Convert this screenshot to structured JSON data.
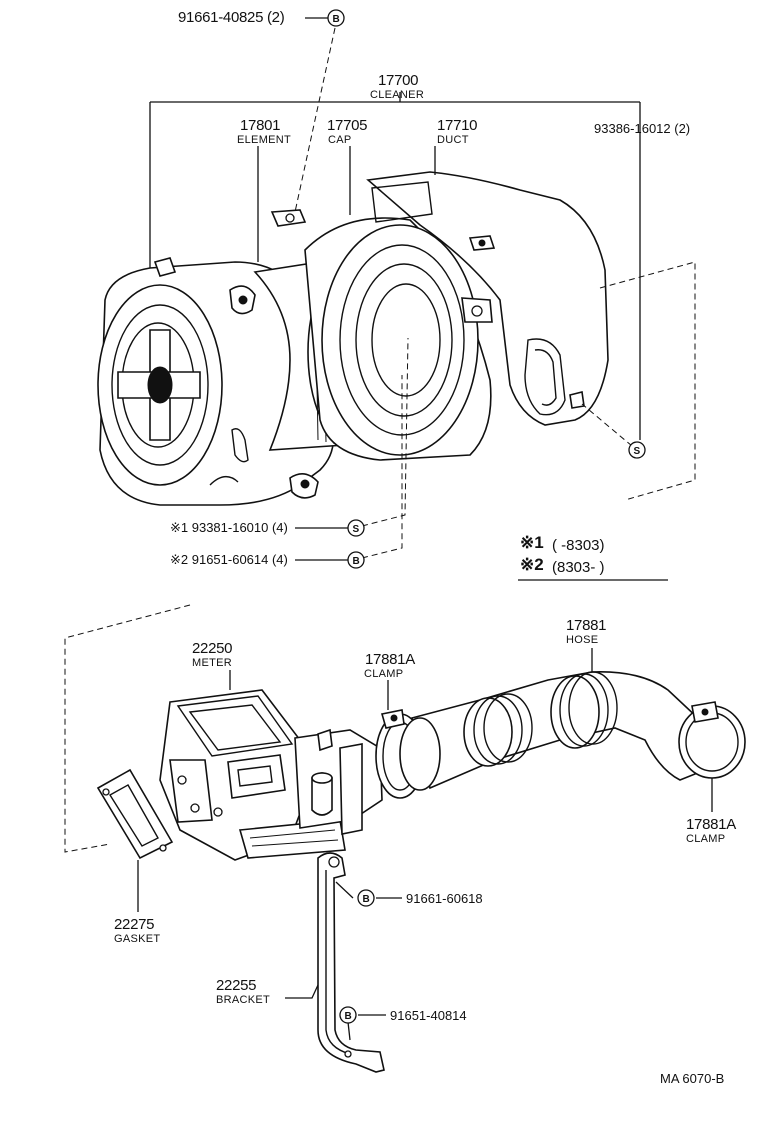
{
  "labels": {
    "bolt_top": "91661-40825 (2)",
    "cleaner_num": "17700",
    "cleaner_name": "CLEANER",
    "element_num": "17801",
    "element_name": "ELEMENT",
    "cap_num": "17705",
    "cap_name": "CAP",
    "duct_num": "17710",
    "duct_name": "DUCT",
    "screw_right": "93386-16012 (2)",
    "s1_part": "※1 93381-16010 (4)",
    "s2_part": "※2 91651-60614 (4)",
    "note1_mark": "※1",
    "note1_range": "(      -8303)",
    "note2_mark": "※2",
    "note2_range": "(8303-        )",
    "meter_num": "22250",
    "meter_name": "METER",
    "clamp_upper_num": "17881A",
    "clamp_upper_name": "CLAMP",
    "hose_num": "17881",
    "hose_name": "HOSE",
    "clamp_right_num": "17881A",
    "clamp_right_name": "CLAMP",
    "gasket_num": "22275",
    "gasket_name": "GASKET",
    "bolt_bracket": "91661-60618",
    "bracket_num": "22255",
    "bracket_name": "BRACKET",
    "bolt_bottom": "91651-40814",
    "footer_code": "MA  6070-B",
    "marker_b": "B",
    "marker_s": "S"
  }
}
